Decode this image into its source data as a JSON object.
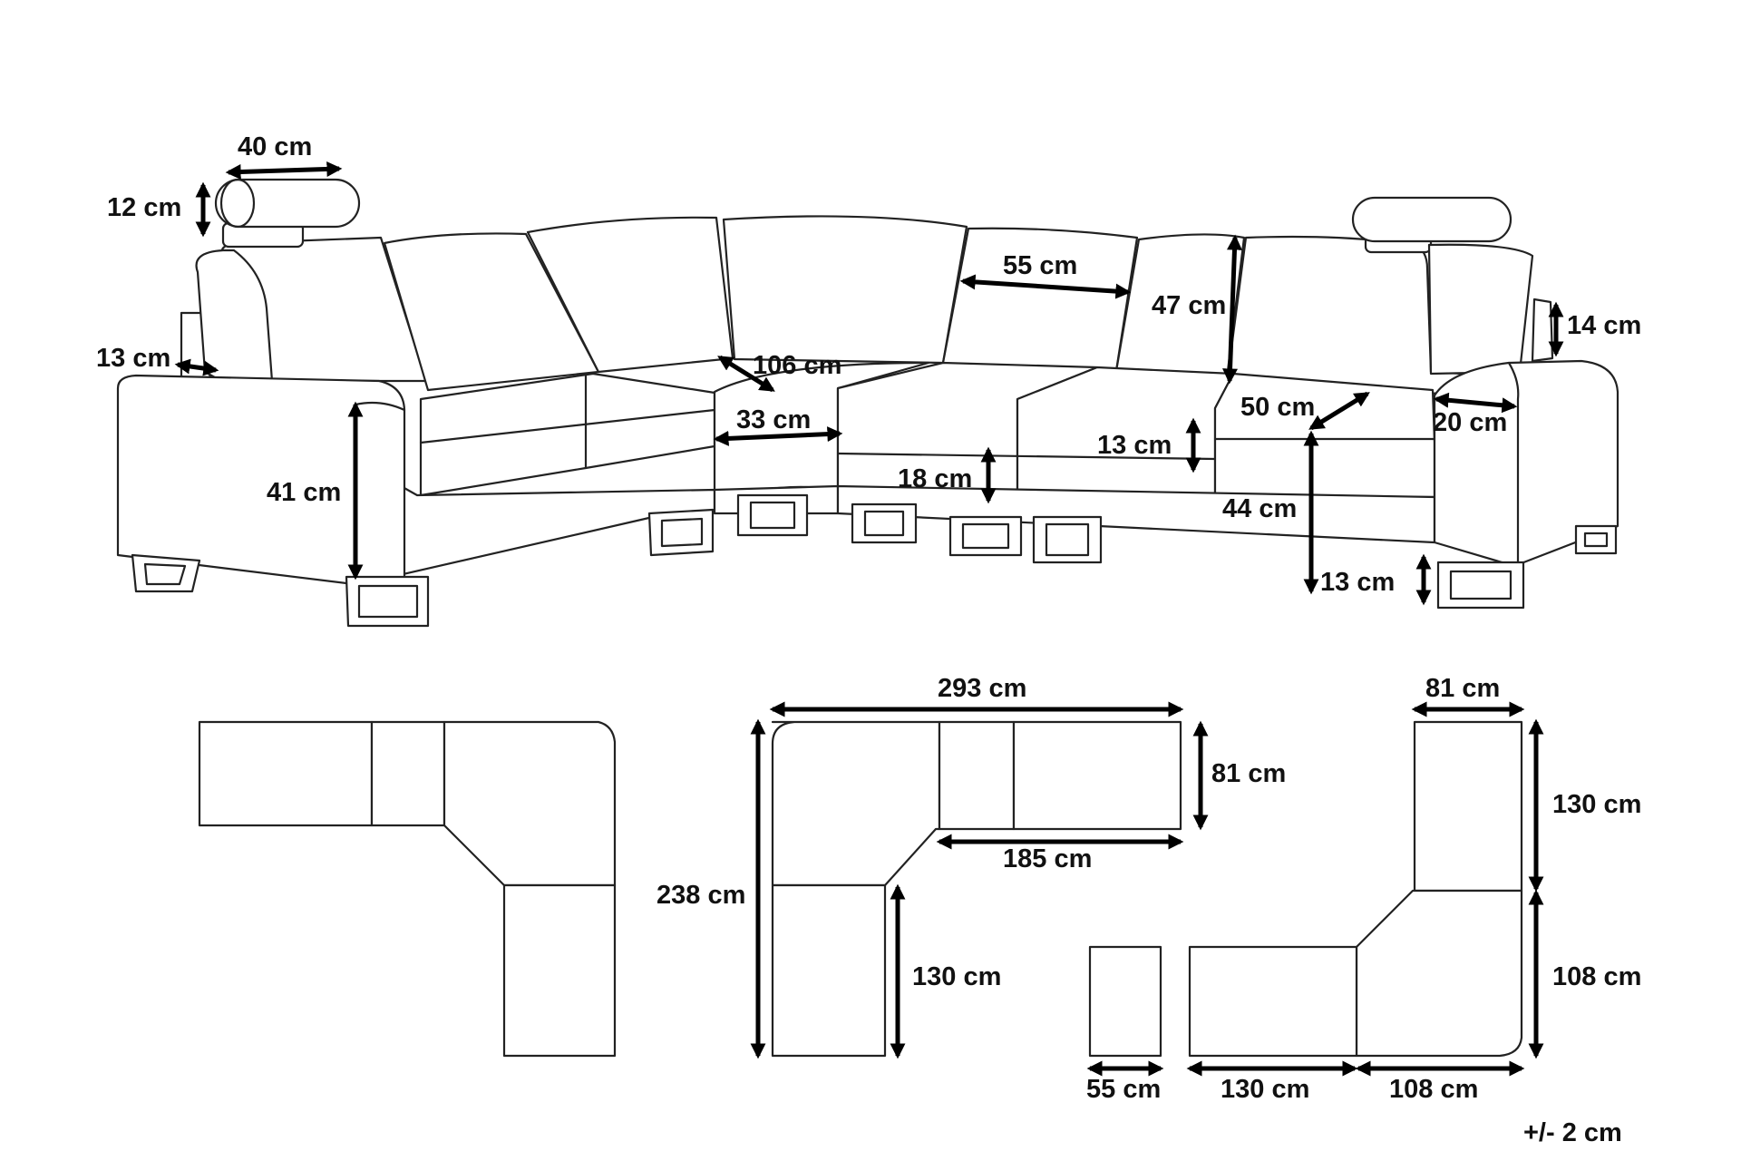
{
  "colors": {
    "line": "#222222",
    "arrow": "#000000",
    "background": "#ffffff"
  },
  "perspective": {
    "headrest_width": "40 cm",
    "headrest_height": "12 cm",
    "arm_width_left": "13 cm",
    "arm_height": "41 cm",
    "corner_depth": "106 cm",
    "corner_width": "33 cm",
    "seat_width": "55 cm",
    "back_height": "47 cm",
    "cushion_thickness": "13 cm",
    "seat_depth": "50 cm",
    "leg_height_front": "18 cm",
    "arm_side_height": "14 cm",
    "arm_top_width": "20 cm",
    "seat_height": "44 cm",
    "leg_height_right": "13 cm"
  },
  "plan_middle": {
    "total_width": "293 cm",
    "depth": "81 cm",
    "inner_width": "185 cm",
    "total_length": "238 cm",
    "chaise_length": "130 cm"
  },
  "plan_right": {
    "top_width": "81 cm",
    "top_length": "130 cm",
    "lower_length": "108 cm",
    "ottoman_width": "55 cm",
    "bottom_left_width": "130 cm",
    "bottom_right_width": "108 cm"
  },
  "tolerance": "+/- 2 cm"
}
